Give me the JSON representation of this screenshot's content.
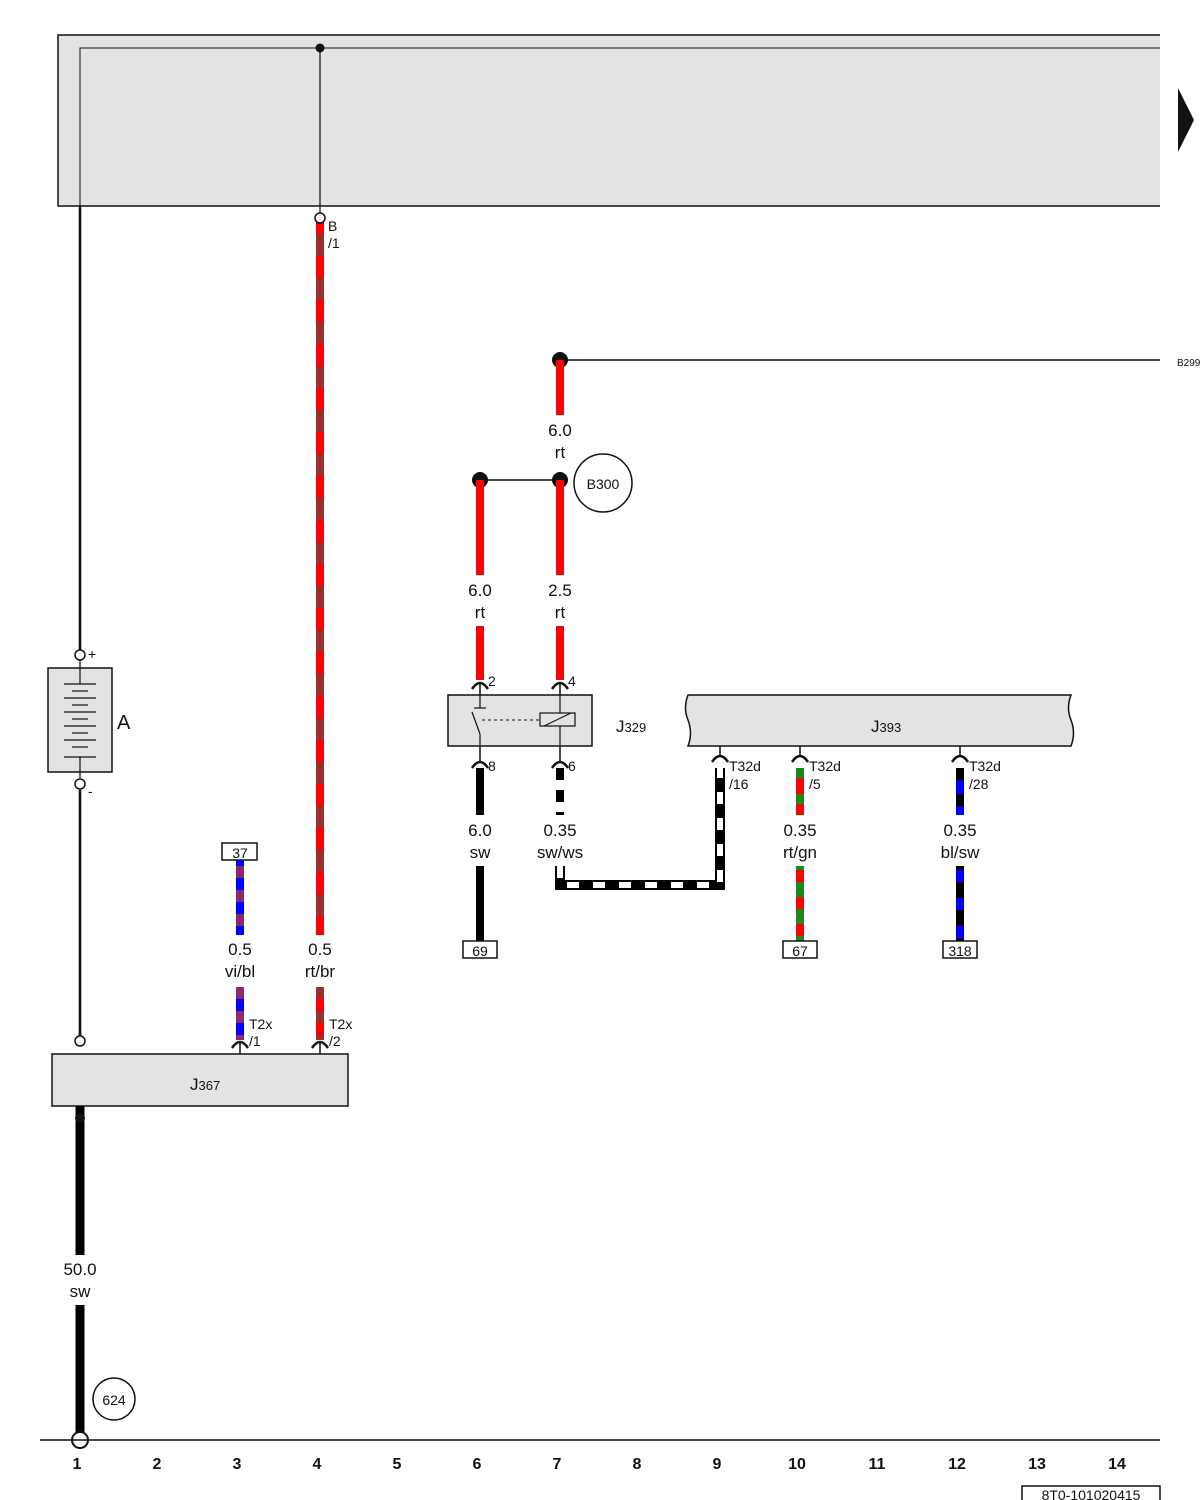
{
  "components": {
    "battery": "A",
    "j367": {
      "main": "J",
      "sub": "367"
    },
    "j329": {
      "main": "J",
      "sub": "329"
    },
    "j393": {
      "main": "J",
      "sub": "393"
    }
  },
  "terminals": {
    "battery_plus": "+",
    "battery_minus": "-",
    "b1_a": "B",
    "b1_b": "/1",
    "j329_pin2": "2",
    "j329_pin4": "4",
    "j329_pin8": "8",
    "j329_pin6": "6",
    "t32d16_a": "T32d",
    "t32d16_b": "/16",
    "t32d5_a": "T32d",
    "t32d5_b": "/5",
    "t32d28_a": "T32d",
    "t32d28_b": "/28",
    "t2x1_a": "T2x",
    "t2x1_b": "/1",
    "t2x2_a": "T2x",
    "t2x2_b": "/2"
  },
  "wires": {
    "w_top_rt": {
      "size": "6.0",
      "color": "rt"
    },
    "w_left_rt": {
      "size": "6.0",
      "color": "rt"
    },
    "w_mid_rt": {
      "size": "2.5",
      "color": "rt"
    },
    "w_swb": {
      "size": "6.0",
      "color": "sw"
    },
    "w_swws": {
      "size": "0.35",
      "color": "sw/ws"
    },
    "w_rtgn": {
      "size": "0.35",
      "color": "rt/gn"
    },
    "w_blsw": {
      "size": "0.35",
      "color": "bl/sw"
    },
    "w_vibl": {
      "size": "0.5",
      "color": "vi/bl"
    },
    "w_rtbr": {
      "size": "0.5",
      "color": "rt/br"
    },
    "w_main": {
      "size": "50.0",
      "color": "sw"
    }
  },
  "references": {
    "ref37": "37",
    "ref69": "69",
    "ref67": "67",
    "ref318": "318"
  },
  "connectors": {
    "b300": "B300",
    "c624": "624",
    "b299": "B299"
  },
  "columns": [
    "1",
    "2",
    "3",
    "4",
    "5",
    "6",
    "7",
    "8",
    "9",
    "10",
    "11",
    "12",
    "13",
    "14"
  ],
  "doc_number": "8T0-101020415",
  "colors": {
    "red": "#ff0000",
    "black": "#000000",
    "blue": "#0000ff",
    "violet": "#8b2a6f",
    "brown": "#8b3a3a",
    "green": "#1a8a1a",
    "panel": "#e3e3e3"
  }
}
